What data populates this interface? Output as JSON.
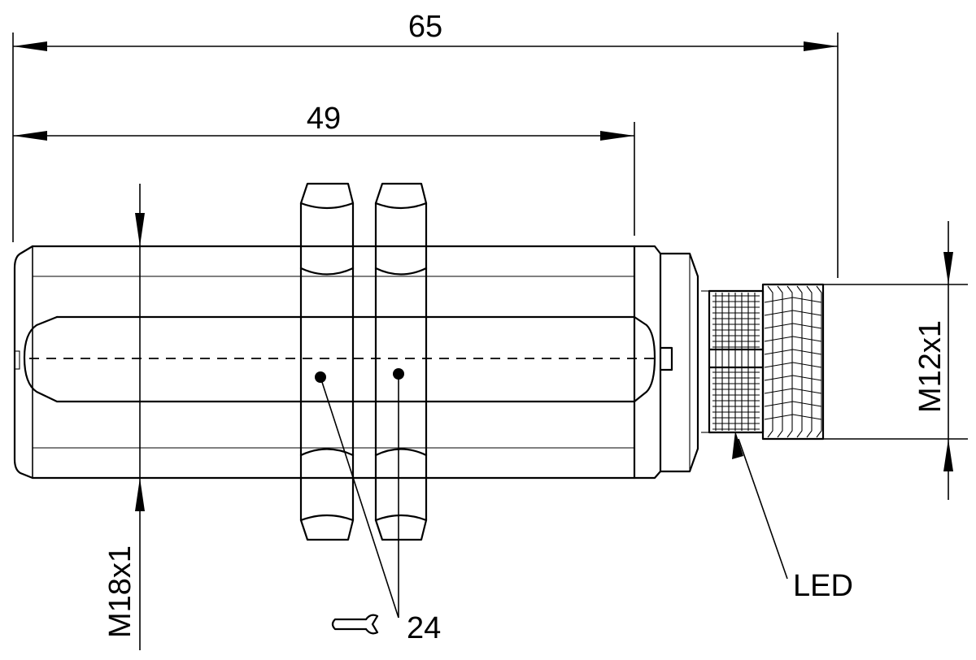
{
  "dimensions": {
    "overall_length": "65",
    "body_length": "49",
    "body_thread": "M18x1",
    "connector_thread": "M12x1"
  },
  "callouts": {
    "led": "LED",
    "wrench_size": "24"
  },
  "icons": {
    "wrench": "wrench-icon"
  },
  "colors": {
    "line": "#000000",
    "background": "#ffffff"
  }
}
